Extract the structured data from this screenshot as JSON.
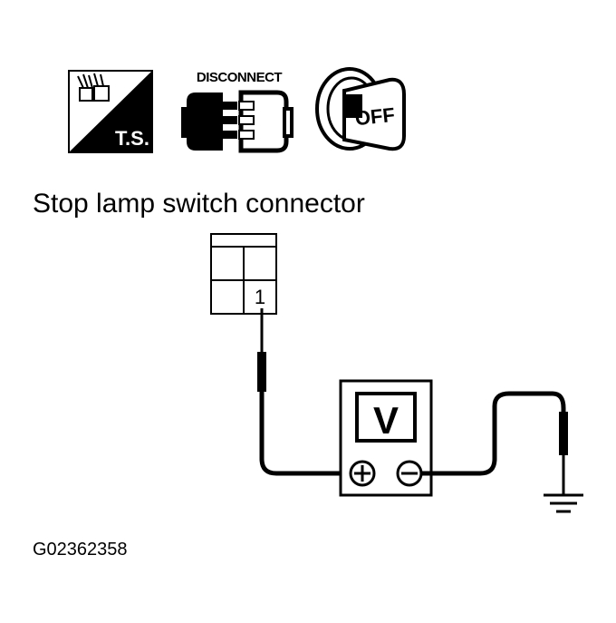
{
  "icons": {
    "ts": {
      "name": "ts-icon",
      "text": "T.S."
    },
    "disconnect": {
      "name": "disconnect-connector-icon",
      "text": "DISCONNECT"
    },
    "ignition": {
      "name": "ignition-key-off-icon",
      "text": "OFF"
    }
  },
  "title": "Stop lamp switch connector",
  "connector": {
    "terminal": "1"
  },
  "meter": {
    "label": "V",
    "plus": "+",
    "minus": "−"
  },
  "figure_id": "G02362358",
  "colors": {
    "ink": "#000000",
    "paper": "#ffffff"
  }
}
